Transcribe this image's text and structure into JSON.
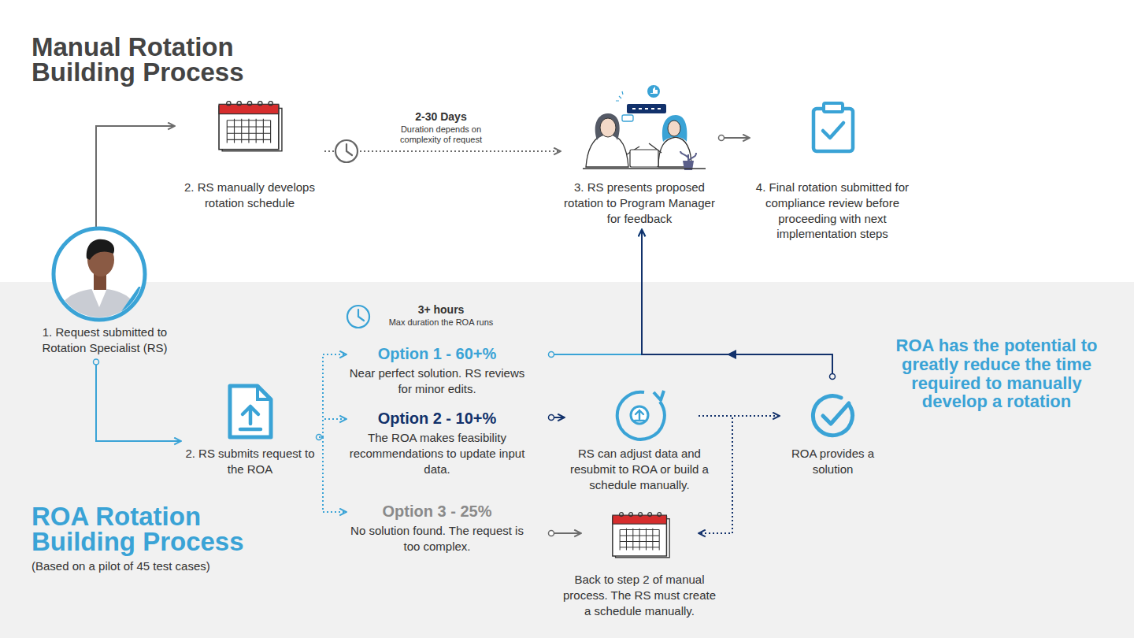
{
  "diagram": {
    "nodes": [
      {
        "text": [
          "1. Request submitted to Rotation Specialist (RS)"
        ]
      },
      {
        "text": [
          "2. RS manually develops rotation schedule"
        ]
      },
      {
        "text": [
          "3. RS presents proposed rotation to Program Manager for feedback"
        ]
      },
      {
        "text": [
          "4. Final rotation submitted for compliance review before proceeding with next implementation steps"
        ]
      },
      {
        "text": [
          "2. RS submits request to the ROA"
        ]
      },
      {
        "text": [
          "Option 1 - 60+%",
          "Near perfect solution. RS reviews for minor edits."
        ]
      },
      {
        "text": [
          "Option 2 - 10+%",
          "The ROA makes feasibility recommendations to update input data."
        ]
      },
      {
        "text": [
          "Option 3 - 25%",
          "No solution found. The request is too complex."
        ]
      },
      {
        "text": [
          "RS can adjust data and resubmit to ROA or build a schedule manually."
        ]
      },
      {
        "text": [
          "ROA provides a solution"
        ]
      },
      {
        "text": [
          "Back to step 2 of manual process. The RS must create a schedule manually."
        ]
      }
    ],
    "edges": [
      {
        "from": 0,
        "to": 1,
        "arrow": "to"
      },
      {
        "from": 1,
        "to": 2,
        "arrow": "to"
      },
      {
        "from": 2,
        "to": 3,
        "arrow": "to"
      },
      {
        "from": 0,
        "to": 4,
        "arrow": "to"
      },
      {
        "from": 4,
        "to": 5,
        "arrow": "to"
      },
      {
        "from": 4,
        "to": 6,
        "arrow": "to"
      },
      {
        "from": 4,
        "to": 7,
        "arrow": "to"
      },
      {
        "from": 5,
        "to": 2,
        "arrow": "to"
      },
      {
        "from": 9,
        "to": 2,
        "arrow": "to"
      },
      {
        "from": 6,
        "to": 8,
        "arrow": "to"
      },
      {
        "from": 8,
        "to": 9,
        "arrow": "to"
      },
      {
        "from": 8,
        "to": 10,
        "arrow": "to"
      },
      {
        "from": 7,
        "to": 10,
        "arrow": "to"
      }
    ],
    "labels": [
      "Manual Rotation Building Process",
      "2-30 Days",
      "Duration depends on complexity of request",
      "3+ hours",
      "Max duration the ROA runs",
      "ROA has the potential to greatly reduce the time required to manually develop a rotation",
      "ROA Rotation Building Process",
      "(Based on a pilot of 45 test cases)"
    ]
  }
}
